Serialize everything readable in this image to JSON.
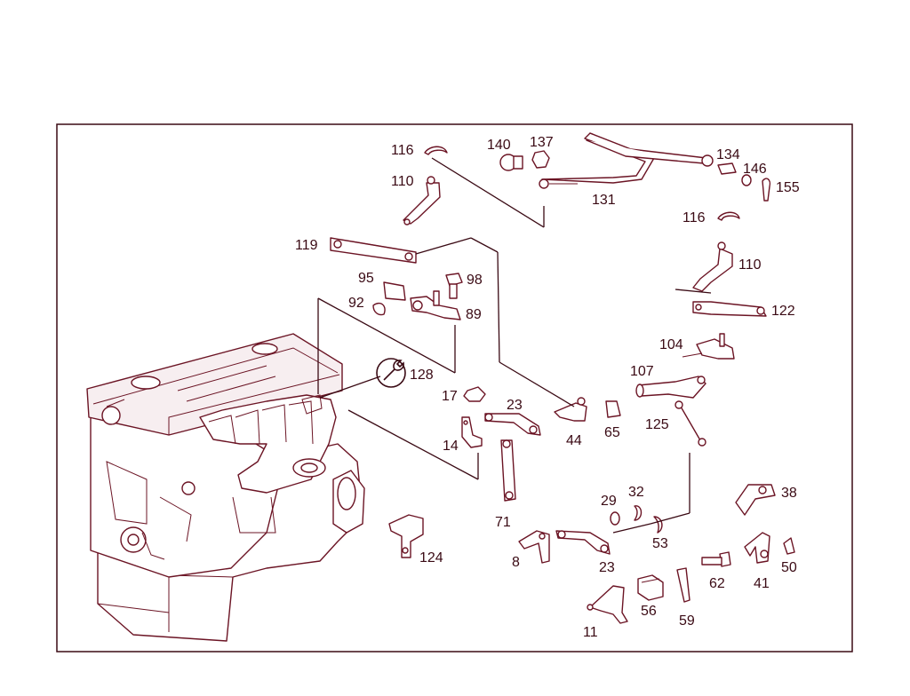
{
  "colors": {
    "line": "#6b1424",
    "label": "#3a0a14",
    "background": "#ffffff"
  },
  "icons": {
    "tool": "wrench-icon"
  },
  "labels": {
    "p116a": "116",
    "p140": "140",
    "p137": "137",
    "p134": "134",
    "p146": "146",
    "p155": "155",
    "p110a": "110",
    "p131": "131",
    "p116b": "116",
    "p119": "119",
    "p110b": "110",
    "p95": "95",
    "p98": "98",
    "p92": "92",
    "p89": "89",
    "p122": "122",
    "p104": "104",
    "p107": "107",
    "p128": "128",
    "p17": "17",
    "p23a": "23",
    "p14": "14",
    "p44": "44",
    "p65": "65",
    "p125": "125",
    "p38": "38",
    "p29": "29",
    "p32": "32",
    "p71": "71",
    "p53": "53",
    "p124": "124",
    "p8": "8",
    "p23b": "23",
    "p62": "62",
    "p41": "41",
    "p50": "50",
    "p56": "56",
    "p59": "59",
    "p11": "11"
  }
}
